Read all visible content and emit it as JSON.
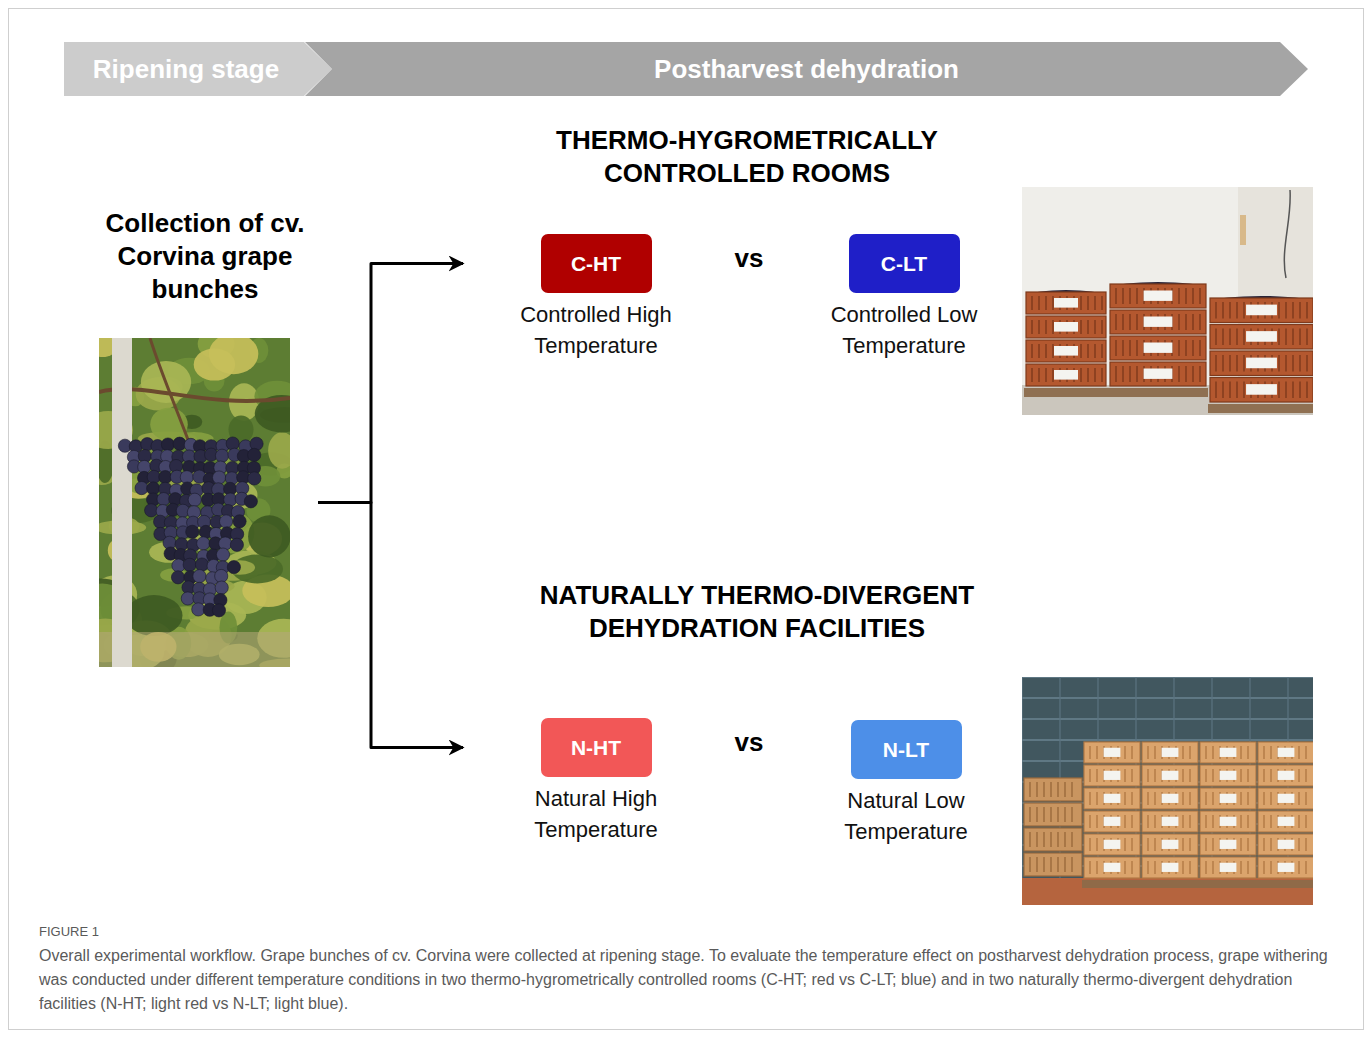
{
  "diagram": {
    "caption": "Overall experimental workflow. Grape bunches of cv. Corvina were collected at ripening stage. To evaluate the temperature effect on postharvest dehydration process, grape withering was conducted under different temperature conditions in two thermo-hygrometrically controlled rooms (C-HT; red vs C-LT; blue) and in two naturally thermo-divergent dehydration facilities (N-HT; light red vs N-LT; light blue).",
    "nodes": [
      {
        "text": [
          "Ripening stage"
        ]
      },
      {
        "text": [
          "Postharvest dehydration"
        ]
      },
      {
        "text": [
          "Collection of cv. Corvina grape bunches"
        ]
      },
      {
        "text": [
          "C-HT",
          "Controlled High Temperature"
        ]
      },
      {
        "text": [
          "C-LT",
          "Controlled Low Temperature"
        ]
      },
      {
        "text": [
          "N-HT",
          "Natural High Temperature"
        ]
      },
      {
        "text": [
          "N-LT",
          "Natural Low Temperature"
        ]
      }
    ],
    "edges": [
      {
        "from": 2,
        "to": 3,
        "arrow": "to"
      },
      {
        "from": 2,
        "to": 5,
        "arrow": "to"
      }
    ],
    "labels": [
      "THERMO-HYGROMETRICALLY CONTROLLED ROOMS",
      "vs",
      "NATURALLY THERMO-DIVERGENT DEHYDRATION FACILITIES",
      "vs",
      "FIGURE 1"
    ]
  }
}
